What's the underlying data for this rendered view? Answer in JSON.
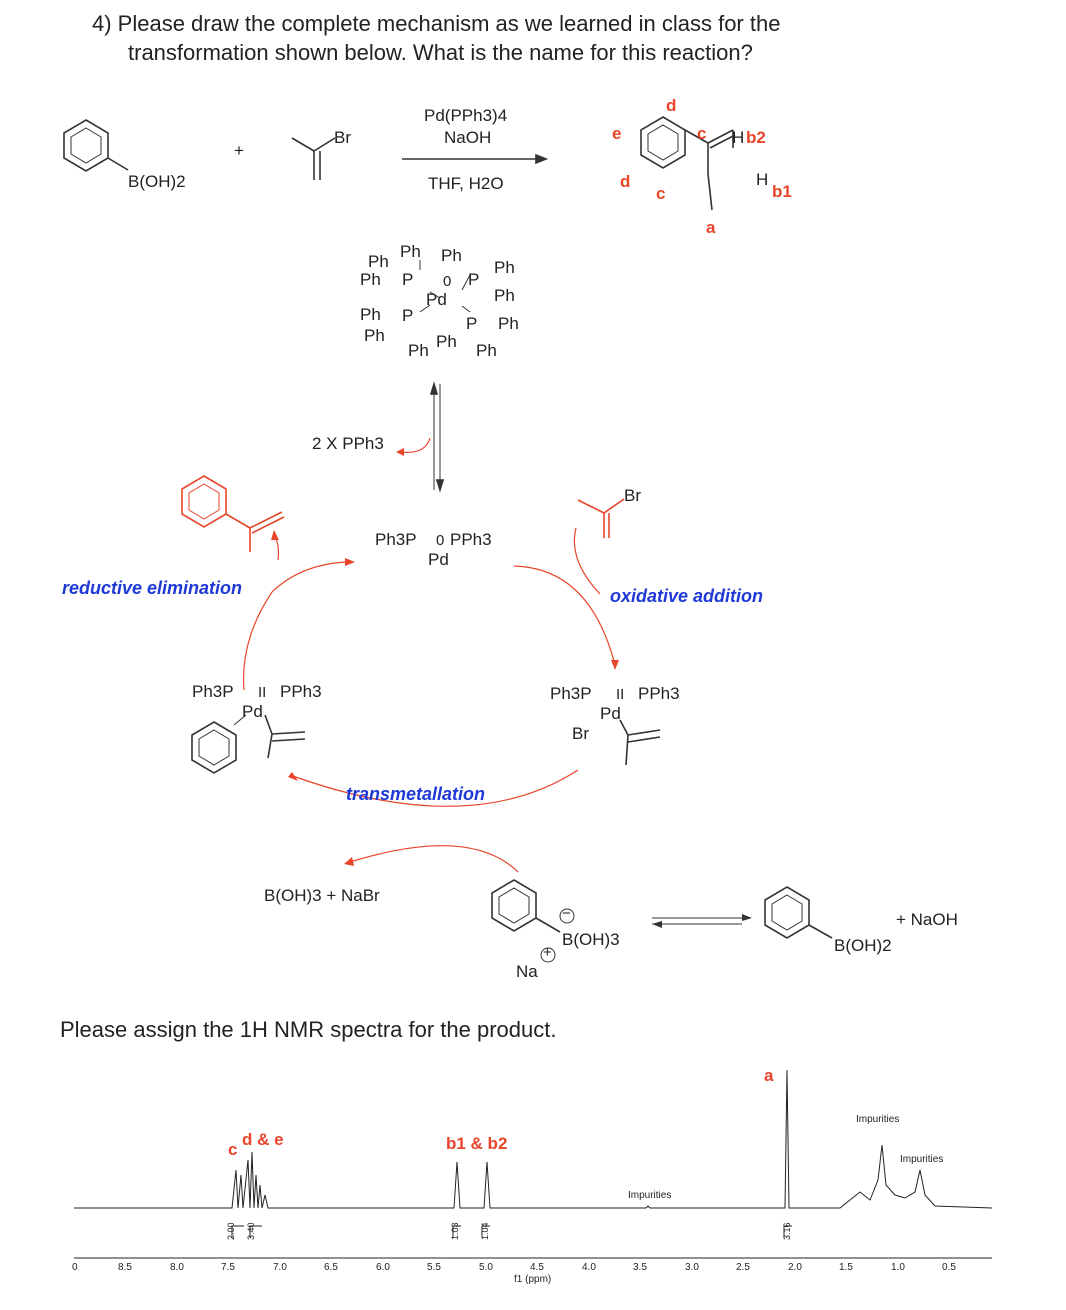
{
  "question": {
    "line1": "4) Please draw the complete mechanism as we learned in class for the",
    "line2": "transformation shown below. What is the name for this reaction?"
  },
  "reaction": {
    "reactant1_label": "B(OH)2",
    "plus": "+",
    "reactant2_label": "Br",
    "reagent_top1": "Pd(PPh3)4",
    "reagent_top2": "NaOH",
    "reagent_bottom": "THF, H2O",
    "product_labels": {
      "a": "a",
      "b1": "b1",
      "b2": "b2",
      "c": "c",
      "c2": "c",
      "d": "d",
      "d2": "d",
      "e": "e",
      "H1": "H",
      "H2": "H"
    }
  },
  "catalyst": {
    "ph": "Ph",
    "pd": "Pd",
    "p": "P",
    "zero": "0",
    "ligand_note": "2 X PPh3",
    "active": {
      "left": "Ph3P",
      "right": "PPh3",
      "metal": "Pd",
      "ox": "0"
    }
  },
  "cycle": {
    "reductive_elimination": "reductive elimination",
    "oxidative_addition": "oxidative addition",
    "transmetallation": "transmetallation",
    "ox_add_reactant": "Br",
    "intermediate_left": {
      "left": "Ph3P",
      "right": "PPh3",
      "metal": "Pd",
      "ox": "II"
    },
    "intermediate_right": {
      "left": "Ph3P",
      "right": "PPh3",
      "metal": "Pd",
      "ox": "II",
      "br": "Br"
    },
    "byproduct": "B(OH)3 + NaBr",
    "borate": {
      "group": "B(OH)3",
      "na": "Na",
      "minus": "−",
      "plus": "+"
    },
    "boronic": {
      "group": "B(OH)2",
      "naoh": "+  NaOH"
    }
  },
  "nmr": {
    "prompt": "Please assign the 1H NMR spectra for the product.",
    "peak_labels": {
      "c": "c",
      "de": "d & e",
      "b": "b1 & b2",
      "a": "a"
    },
    "impurities": [
      "Impurities",
      "Impurities",
      "Impurities"
    ],
    "integrals": [
      "2.00",
      "3.40",
      "1.03",
      "1.04",
      "3.16"
    ],
    "axis_label": "f1 (ppm)",
    "ticks": [
      "0",
      "8.5",
      "8.0",
      "7.5",
      "7.0",
      "6.5",
      "6.0",
      "5.5",
      "5.0",
      "4.5",
      "4.0",
      "3.5",
      "3.0",
      "2.5",
      "2.0",
      "1.5",
      "1.0",
      "0.5"
    ]
  }
}
